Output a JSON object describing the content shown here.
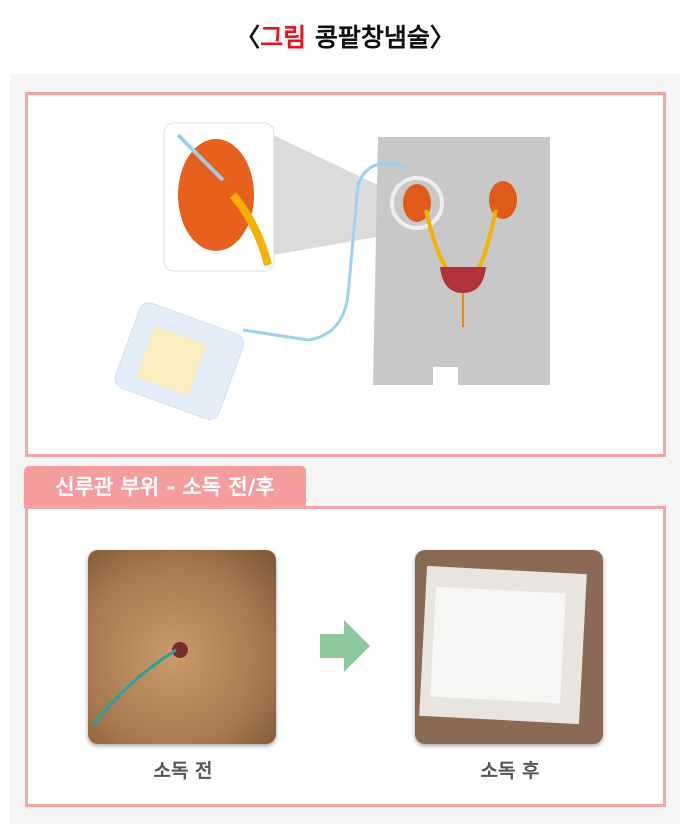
{
  "title": {
    "open": "〈",
    "highlight": "그림",
    "rest": " 콩팥창냄술",
    "close": "〉"
  },
  "section_tab": "신루관 부위 - 소독 전/후",
  "photos": [
    {
      "caption": "소독 전"
    },
    {
      "caption": "소독 후"
    }
  ],
  "colors": {
    "accent": "#f4a5a5",
    "title_red": "#e8141b",
    "arrow": "#8dc89c"
  }
}
